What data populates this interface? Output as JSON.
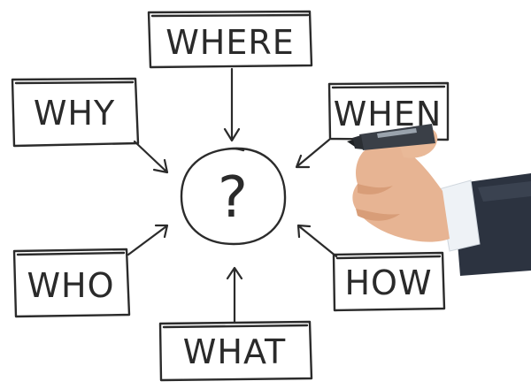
{
  "diagram": {
    "center": "?",
    "nodes": {
      "where": "WHERE",
      "why": "WHY",
      "when": "WHEN",
      "who": "WHO",
      "how": "HOW",
      "what": "WHAT"
    }
  },
  "colors": {
    "ink": "#2b2b2b",
    "background": "#ffffff",
    "suit": "#2c3340",
    "shirt": "#eef2f6",
    "skin": "#e7b493",
    "marker": "#3a3f47"
  },
  "illustration": "hand-holding-marker"
}
